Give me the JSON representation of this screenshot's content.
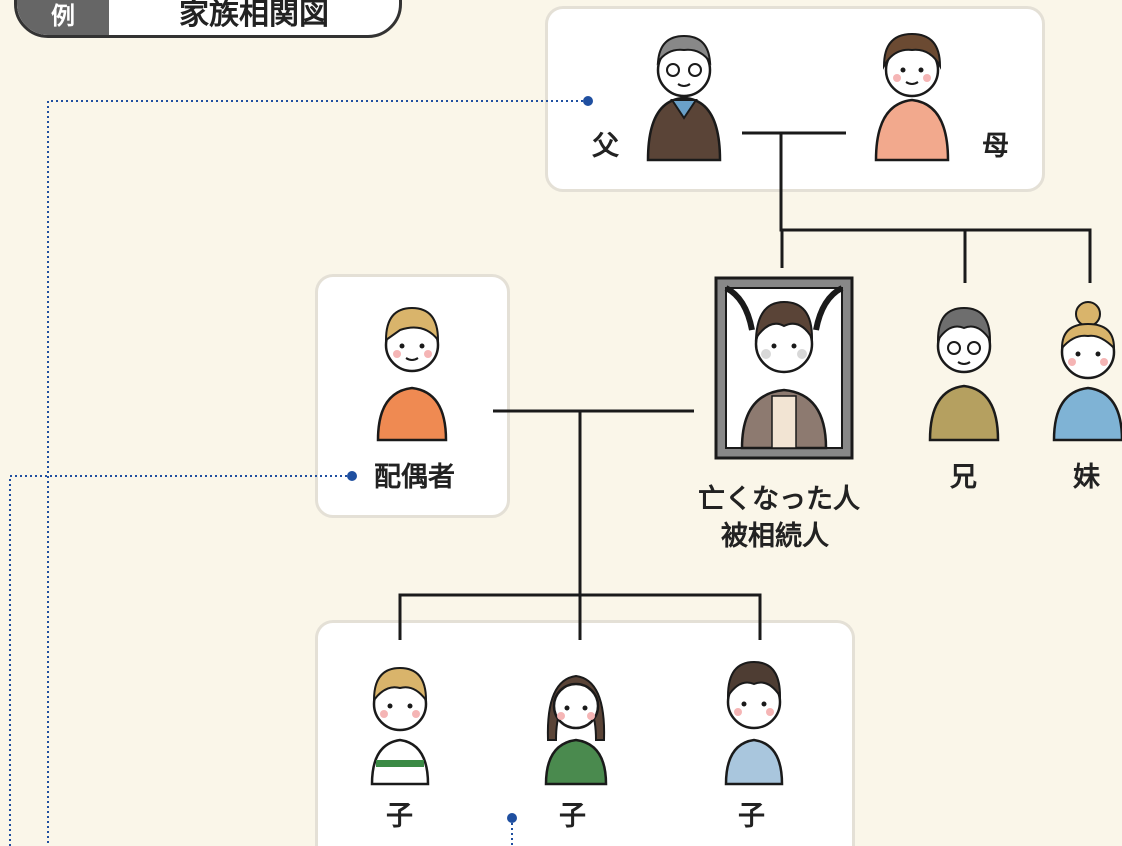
{
  "header": {
    "example_label": "例",
    "title": "家族相関図"
  },
  "people": {
    "father": "父",
    "mother": "母",
    "spouse": "配偶者",
    "deceased_line1": "亡くなった人",
    "deceased_line2": "被相続人",
    "older_brother": "兄",
    "younger_sister": "妹",
    "child_1": "子",
    "child_2": "子",
    "child_3": "子"
  },
  "colors": {
    "background": "#faf6e9",
    "box_border": "#e4e0d6",
    "connector": "#1a1a1a",
    "dotted_leader": "#1f4fa0",
    "father_shirt": "#5a4437",
    "mother_shirt": "#f2a98d",
    "spouse_shirt": "#ef8a52",
    "deceased_jacket": "#8d7a70",
    "brother_shirt": "#b5a060",
    "sister_shirt": "#7fb3d5",
    "child1_stripe": "#3b8a45",
    "child2_shirt": "#4a8a4e",
    "child3_shirt": "#a9c6dd"
  }
}
